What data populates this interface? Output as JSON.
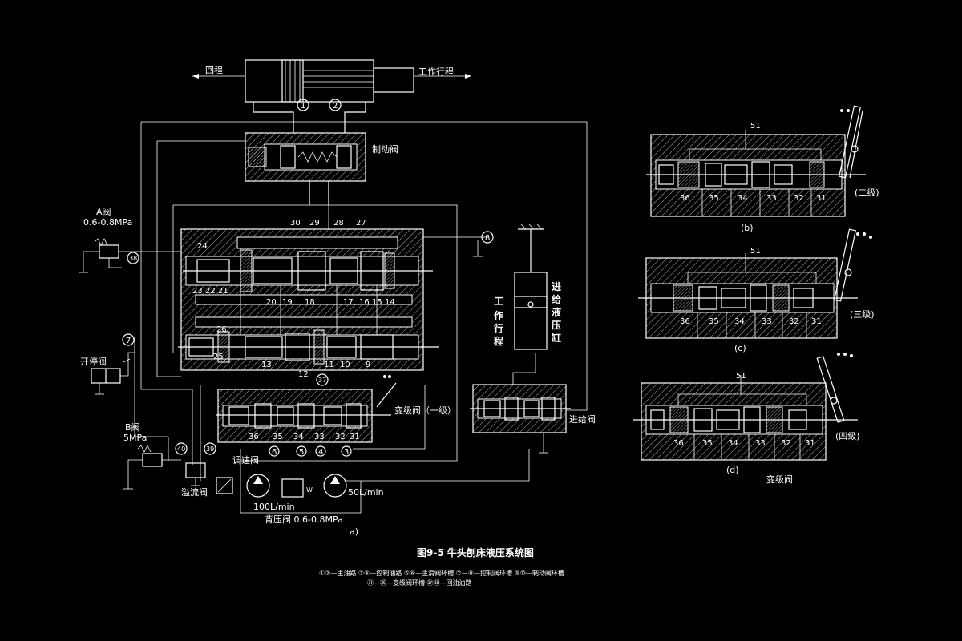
{
  "labels": {
    "return_stroke": "回程",
    "work_stroke": "工作行程",
    "brake_valve": "制动阀",
    "valve_a": "A阀",
    "valve_a_pressure": "0.6-0.8MPa",
    "start_stop_valve": "开停阀",
    "valve_b": "B阀",
    "valve_b_pressure": "5MPa",
    "overflow_valve": "溢流阀",
    "speed_valve": "调速阀",
    "pump_left": "100L/min",
    "pump_right": "50L/min",
    "back_pressure_valve": "背压阀 0.6-0.8MPa",
    "shift_valve_1": "变级阀（一级）",
    "feed_valve": "进给阀",
    "feed_cylinder": "进给液压缸",
    "work_stroke_vertical": "工作行程",
    "fig_a": "a)",
    "caption": "图9-5  牛头刨床液压系统图"
  },
  "legend": [
    "①②—主油路 ③④—控制油路 ⑤⑥—主滑阀环槽 ⑦—⑧—控制阀环槽 ⑨⑩—制动阀环槽",
    "㉛—㊱—变级阀环槽  ㊲㊳—回油油路"
  ],
  "main_valve_numbers_top": [
    "30",
    "29",
    "28",
    "27"
  ],
  "main_valve_numbers_mid": [
    "24",
    "23",
    "22",
    "21",
    "20",
    "19",
    "18",
    "17",
    "16",
    "15",
    "14"
  ],
  "main_valve_numbers_low": [
    "26",
    "25",
    "13",
    "12",
    "11",
    "10",
    "9"
  ],
  "shift_valve_numbers": [
    "36",
    "35",
    "34",
    "33",
    "32",
    "31"
  ],
  "circles": {
    "c1": "1",
    "c2": "2",
    "c3": "3",
    "c4": "4",
    "c5": "5",
    "c6": "6",
    "c7": "7",
    "c8": "8",
    "c37": "37",
    "c38": "38",
    "c39": "39",
    "c40": "40"
  },
  "detail_b": {
    "label": "(b)",
    "stage": "(二级)",
    "num51": "51",
    "nums": [
      "36",
      "35",
      "34",
      "33",
      "32",
      "31"
    ]
  },
  "detail_c": {
    "label": "(c)",
    "stage": "(三级)",
    "num51": "51",
    "nums": [
      "36",
      "35",
      "34",
      "33",
      "32",
      "31"
    ]
  },
  "detail_d": {
    "label": "(d)",
    "stage": "(四级)",
    "num51": "51",
    "nums": [
      "36",
      "35",
      "34",
      "33",
      "32",
      "31"
    ],
    "title": "变级阀"
  }
}
